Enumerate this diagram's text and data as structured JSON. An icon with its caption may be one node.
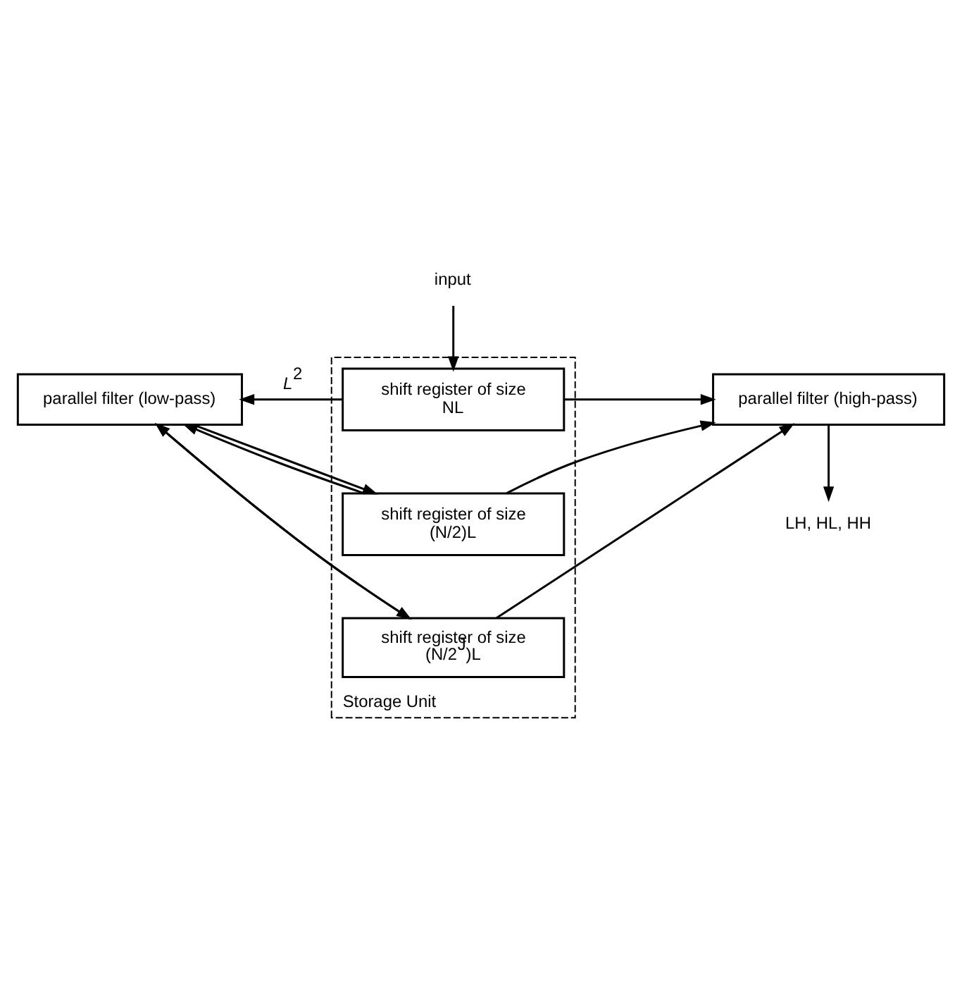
{
  "diagram": {
    "nodes": [
      {
        "text": [
          "Storage Unit"
        ]
      },
      {
        "text": [
          "parallel filter (low-pass)"
        ]
      },
      {
        "text": [
          "parallel filter (high-pass)"
        ]
      },
      {
        "text": [
          "input"
        ]
      },
      {
        "text": [
          "shift register of size NL"
        ],
        "in": 0
      },
      {
        "text": [
          "shift register of size (N/2)L"
        ],
        "in": 0
      },
      {
        "text": [
          "shift register of size (N/2$^{J}$)L"
        ],
        "in": 0
      },
      {
        "text": [
          "LH, HL, HH"
        ]
      }
    ],
    "edges": [
      {
        "from": 3,
        "to": 4,
        "arrow": "to"
      },
      {
        "from": 1,
        "to": 5,
        "arrow": "to"
      },
      {
        "from": 1,
        "to": 6,
        "arrow": "to"
      },
      {
        "from": 2,
        "to": 7,
        "arrow": "to"
      },
      {
        "from": 4,
        "to": 1,
        "arrow": "to",
        "label": "*L*$^{2}$"
      },
      {
        "from": 4,
        "to": 2,
        "arrow": "to"
      },
      {
        "from": 5,
        "to": 1,
        "arrow": "to"
      },
      {
        "from": 5,
        "to": 2,
        "arrow": "to"
      },
      {
        "from": 6,
        "to": 1,
        "arrow": "to"
      },
      {
        "from": 6,
        "to": 2,
        "arrow": "to"
      }
    ]
  }
}
